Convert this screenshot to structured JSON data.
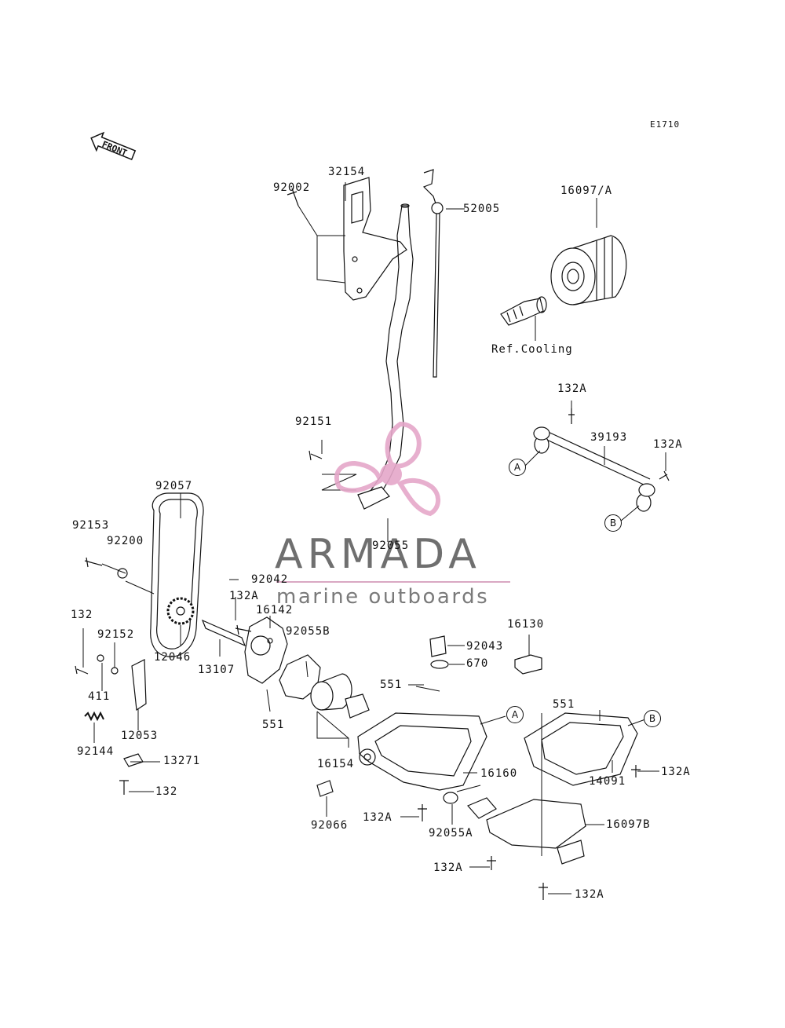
{
  "diagram_code": "E1710",
  "front_arrow": "FRONT",
  "watermark": {
    "brand": "ARMADA",
    "tagline": "marine outboards",
    "logo_color": "#e5a7c9"
  },
  "callouts": {
    "A": "A",
    "B": "B"
  },
  "labels": {
    "p92002": "92002",
    "p32154": "32154",
    "p52005": "52005",
    "p16097A": "16097/A",
    "refCooling": "Ref.Cooling",
    "p132A_top": "132A",
    "p39193": "39193",
    "p132A_right": "132A",
    "p92151": "92151",
    "p92055": "92055",
    "p92057": "92057",
    "p92153": "92153",
    "p92200": "92200",
    "p92042": "92042",
    "p132A_mid": "132A",
    "p16142": "16142",
    "p92055B": "92055B",
    "p132": "132",
    "p92152": "92152",
    "p12046": "12046",
    "p13107": "13107",
    "p411": "411",
    "p551_left": "551",
    "p12053": "12053",
    "p92144": "92144",
    "p13271": "13271",
    "p132_bottom": "132",
    "p16130": "16130",
    "p92043": "92043",
    "p670": "670",
    "p551_mid": "551",
    "p16154": "16154",
    "p16160": "16160",
    "p92066": "92066",
    "p132A_low": "132A",
    "p92055A": "92055A",
    "p551_right": "551",
    "p132A_far": "132A",
    "p14091": "14091",
    "p16097B": "16097B",
    "p132A_b1": "132A",
    "p132A_b2": "132A"
  }
}
